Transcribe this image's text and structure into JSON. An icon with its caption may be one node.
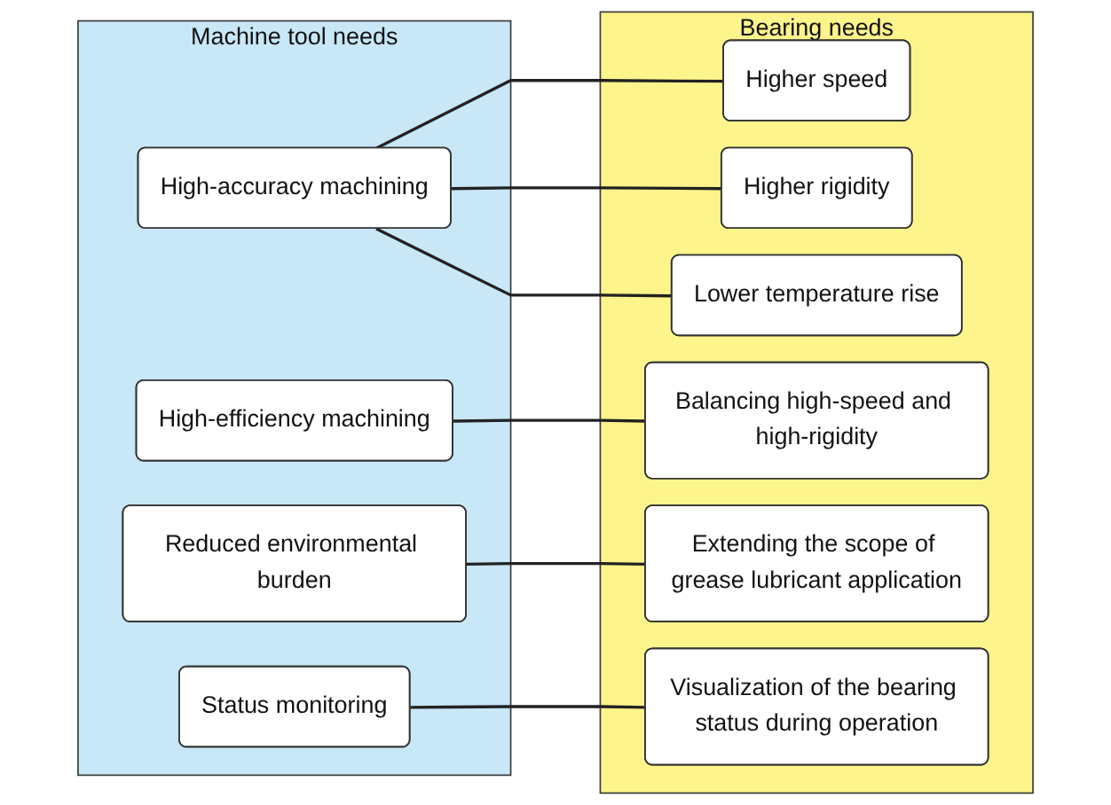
{
  "diagram": {
    "nodes": [
      {
        "text": [
          "Machine tool needs"
        ]
      },
      {
        "text": [
          "High-accuracy machining"
        ],
        "in": 0
      },
      {
        "text": [
          "High-efficiency machining"
        ],
        "in": 0
      },
      {
        "text": [
          "Reduced environmental burden"
        ],
        "in": 0
      },
      {
        "text": [
          "Status monitoring"
        ],
        "in": 0
      },
      {
        "text": [
          "Bearing needs"
        ]
      },
      {
        "text": [
          "Higher speed"
        ],
        "in": 5
      },
      {
        "text": [
          "Higher rigidity"
        ],
        "in": 5
      },
      {
        "text": [
          "Lower temperature rise"
        ],
        "in": 5
      },
      {
        "text": [
          "Balancing high-speed and high-rigidity"
        ],
        "in": 5
      },
      {
        "text": [
          "Extending the scope of grease lubricant application"
        ],
        "in": 5
      },
      {
        "text": [
          "Visualization of the bearing status during operation"
        ],
        "in": 5
      }
    ],
    "edges": [
      {
        "from": 1,
        "to": 6,
        "arrow": "none"
      },
      {
        "from": 1,
        "to": 7,
        "arrow": "none"
      },
      {
        "from": 1,
        "to": 8,
        "arrow": "none"
      },
      {
        "from": 2,
        "to": 9,
        "arrow": "none"
      },
      {
        "from": 3,
        "to": 10,
        "arrow": "none"
      },
      {
        "from": 4,
        "to": 11,
        "arrow": "none"
      }
    ]
  }
}
